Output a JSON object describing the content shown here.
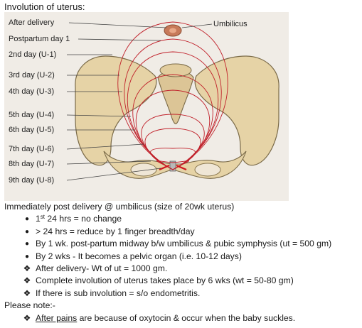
{
  "title": "Involution of uterus:",
  "figure": {
    "labels": [
      "After delivery",
      "Postpartum day 1",
      "2nd day (U-1)",
      "3rd day (U-2)",
      "4th day (U-3)",
      "5th day (U-4)",
      "6th day (U-5)",
      "7th day (U-6)",
      "8th day (U-7)",
      "9th day (U-8)"
    ],
    "umbilicus": "Umbilicus"
  },
  "intro": "Immediately post delivery @ umbilicus (size of 20wk uterus)",
  "bullets": [
    {
      "sup": "st",
      "pre": "1",
      "text": " 24 hrs = no change"
    },
    {
      "text": "> 24 hrs = reduce by 1 finger breadth/day"
    },
    {
      "text": "By 1 wk. post-partum midway b/w umbilicus & pubic symphysis (ut = 500 gm)"
    },
    {
      "text": "By 2 wks - It becomes a pelvic organ (i.e. 10-12 days)"
    }
  ],
  "diamonds": [
    "After delivery- Wt of ut = 1000 gm.",
    "Complete involution of uterus takes place by 6 wks (wt = 50-80 gm)",
    "If there is sub involution = s/o endometritis."
  ],
  "note_heading": "Please note:-",
  "note": {
    "underlined": "After pains",
    "rest": " are because of oxytocin & occur when the baby suckles."
  }
}
